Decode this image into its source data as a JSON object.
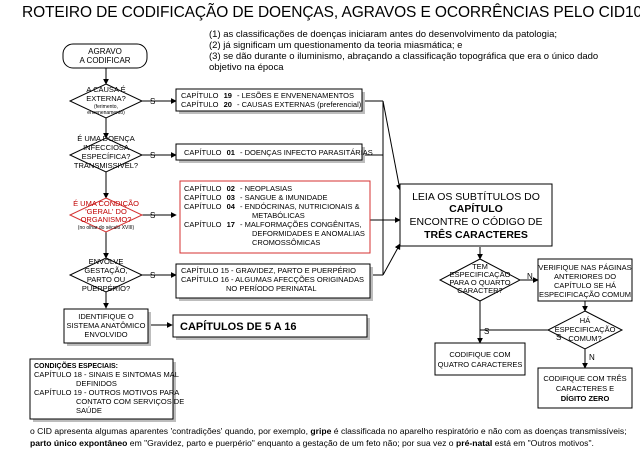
{
  "title": "ROTEIRO DE CODIFICAÇÃO DE DOENÇAS, AGRAVOS E OCORRÊNCIAS PELO CID10",
  "notes": [
    "(1) as classificações de doenças iniciaram antes do desenvolvimento da patologia;",
    "(2) já significam um questionamento da teoria miasmática; e",
    "(3) se dão durante o iluminismo, abraçando a classificação topográfica que era o único dado",
    "objetivo na época"
  ],
  "start": [
    "AGRAVO",
    "A CODIFICAR"
  ],
  "d1": {
    "lines": [
      "A CAUSA É",
      "EXTERNA?"
    ],
    "sub": [
      "(ferimento,",
      "envenenamento)"
    ]
  },
  "d2": {
    "lines": [
      "É UMA DOENÇA",
      "INFECCIOSA",
      "ESPECÍFICA?",
      "TRANSMISSIVEL?"
    ]
  },
  "d3": {
    "lines": [
      "É UMA CONDIÇÃO",
      "'GERAL' DO",
      "ORGANISMO?"
    ],
    "sub": [
      "(no olhar do século XVIII)"
    ]
  },
  "d4": {
    "lines": [
      "ENVOLVE",
      "GESTAÇÃO,",
      "PARTO OU",
      "PUERPÉRIO?"
    ]
  },
  "yes": "S",
  "no": "N",
  "box1": [
    {
      "n": "19",
      "t": "- LESÕES E ENVENENAMENTOS"
    },
    {
      "n": "20",
      "t": "- CAUSAS EXTERNAS (preferencial)"
    }
  ],
  "chap_word": "CAPÍTULO",
  "box2": [
    {
      "n": "01",
      "t": "- DOENÇAS INFECTO PARASITÁRIAS"
    }
  ],
  "box3": [
    {
      "n": "02",
      "t": "- NEOPLASIAS"
    },
    {
      "n": "03",
      "t": "- SANGUE & IMUNIDADE"
    },
    {
      "n": "04",
      "t": "- ENDÓCRINAS, NUTRICIONAIS &"
    },
    {
      "n": "",
      "t": "METABÓLICAS"
    },
    {
      "n": "17",
      "t": "- MALFORMAÇÕES CONGÊNITAS,"
    },
    {
      "n": "",
      "t": "DEFORMIDADES E ANOMALIAS"
    },
    {
      "n": "",
      "t": "CROMOSSÔMICAS"
    }
  ],
  "box4": [
    "CAPÍTULO 15 - GRAVIDEZ, PARTO E PUERPÉRIO",
    "CAPÍTULO 16 - ALGUMAS AFECÇÕES ORIGINADAS",
    "NO PERÍODO PERINATAL"
  ],
  "anatomic": [
    "IDENTIFIQUE O",
    "SISTEMA ANATÔMICO",
    "ENVOLVIDO"
  ],
  "chapters_5_16": "CAPÍTULOS DE 5 A 16",
  "special": {
    "heading": "CONDIÇÕES ESPECIAIS:",
    "lines": [
      "CAPÍTULO 18 - SINAIS E SINTOMAS MAL",
      "DEFINIDOS",
      "CAPÍTULO 19 - OUTROS MOTIVOS PARA",
      "CONTATO COM SERVIÇOS DE",
      "SAÚDE"
    ]
  },
  "main": {
    "l1": "LEIA OS SUBTÍTULOS DO",
    "l2": "CAPÍTULO",
    "l3": "ENCONTRE O CÓDIGO DE",
    "l4": "TRÊS CARACTERES"
  },
  "d5": [
    "TEM",
    "ESPECIFICAÇÃO",
    "PARA O QUARTO",
    "CARACTER?"
  ],
  "verify": [
    "VERIFIQUE NAS PÁGINAS",
    "ANTERIORES DO",
    "CAPÍTULO SE HÁ",
    "ESPECIFICAÇÃO COMUM"
  ],
  "d6": [
    "HÁ",
    "ESPECIFICAÇÃO",
    "COMUM?"
  ],
  "code4": [
    "CODIFIQUE COM",
    "QUATRO CARACTERES"
  ],
  "code3": {
    "l1": "CODIFIQUE COM TRÊS",
    "l2": "CARACTERES E",
    "l3": "DÍGITO ZERO"
  },
  "footer": {
    "a1": "o CID apresenta algumas aparentes 'contradições' quando, por exemplo,",
    "a2": "gripe",
    "a3": "é classificada no aparelho respiratório e não com as doenças transmissíveis;",
    "b1": "parto único expontâneo",
    "b2": "em \"Gravidez, parto e puerpério\" enquanto a gestação de um feto não; por sua vez o",
    "b3": "pré-natal",
    "b4": "está em \"Outros motivos\"."
  }
}
